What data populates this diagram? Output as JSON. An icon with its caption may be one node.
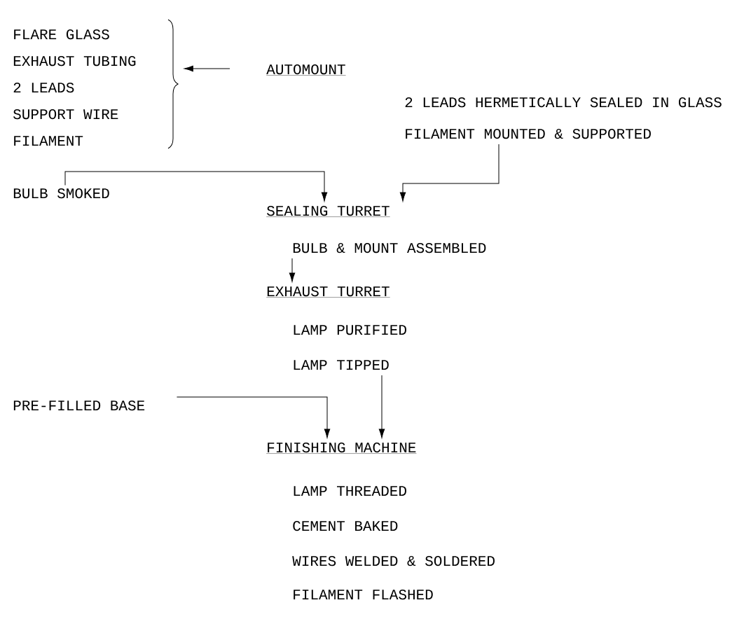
{
  "diagram": {
    "nodes": [
      {
        "text": [
          "FLARE GLASS",
          "EXHAUST TUBING",
          "2 LEADS",
          "SUPPORT WIRE",
          "FILAMENT"
        ]
      },
      {
        "text": [
          "AUTOMOUNT",
          "2 LEADS HERMETICALLY SEALED IN GLASS",
          "FILAMENT MOUNTED & SUPPORTED"
        ]
      },
      {
        "text": [
          "BULB SMOKED"
        ]
      },
      {
        "text": [
          "SEALING TURRET",
          "BULB & MOUNT ASSEMBLED"
        ]
      },
      {
        "text": [
          "EXHAUST TURRET",
          "LAMP PURIFIED",
          "LAMP TIPPED"
        ]
      },
      {
        "text": [
          "PRE-FILLED BASE"
        ]
      },
      {
        "text": [
          "FINISHING MACHINE",
          "LAMP THREADED",
          "CEMENT BAKED",
          "WIRES WELDED & SOLDERED",
          "FILAMENT FLASHED"
        ]
      }
    ],
    "edges": [
      {
        "from": 1,
        "to": 0,
        "arrow": "to"
      },
      {
        "from": 2,
        "to": 3,
        "arrow": "to"
      },
      {
        "from": 1,
        "to": 3,
        "arrow": "to"
      },
      {
        "from": 3,
        "to": 4,
        "arrow": "to"
      },
      {
        "from": 5,
        "to": 6,
        "arrow": "to"
      },
      {
        "from": 4,
        "to": 6,
        "arrow": "to"
      }
    ]
  }
}
